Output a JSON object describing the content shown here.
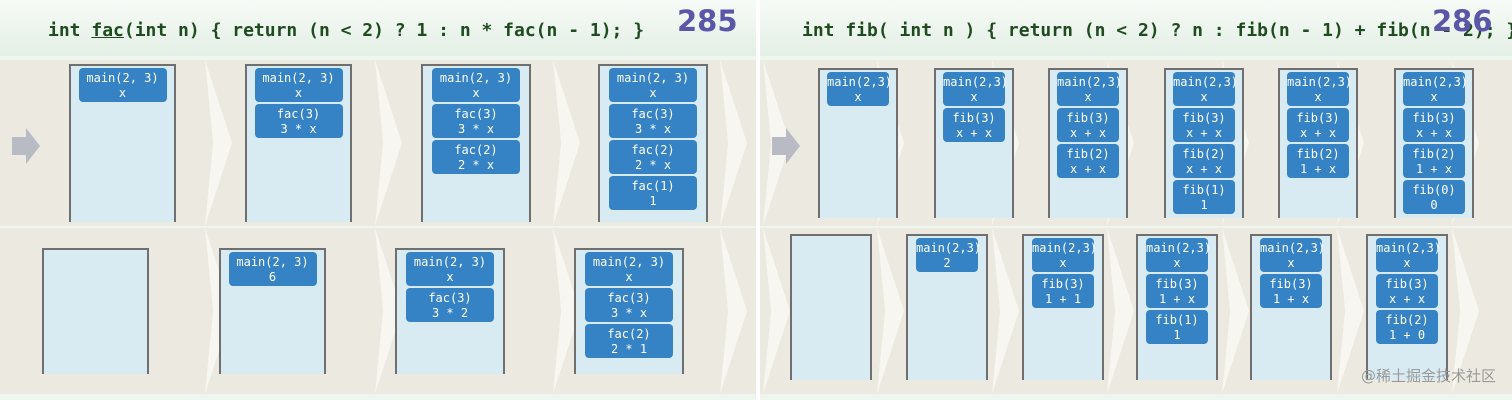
{
  "slides": [
    {
      "page_number": "285",
      "code": {
        "pre": "int ",
        "link": "fac",
        "post": "(int n) { return (n < 2) ? 1 : n * fac(n - 1); }"
      },
      "rows": [
        [
          [
            [
              "main(2, 3)",
              "x"
            ]
          ],
          [
            [
              "main(2, 3)",
              "x"
            ],
            [
              "fac(3)",
              "3 * x"
            ]
          ],
          [
            [
              "main(2, 3)",
              "x"
            ],
            [
              "fac(3)",
              "3 * x"
            ],
            [
              "fac(2)",
              "2 * x"
            ]
          ],
          [
            [
              "main(2, 3)",
              "x"
            ],
            [
              "fac(3)",
              "3 * x"
            ],
            [
              "fac(2)",
              "2 * x"
            ],
            [
              "fac(1)",
              "1"
            ]
          ]
        ],
        [
          [],
          [
            [
              "main(2, 3)",
              "6"
            ]
          ],
          [
            [
              "main(2, 3)",
              "x"
            ],
            [
              "fac(3)",
              "3 * 2"
            ]
          ],
          [
            [
              "main(2, 3)",
              "x"
            ],
            [
              "fac(3)",
              "3 * x"
            ],
            [
              "fac(2)",
              "2 * 1"
            ]
          ]
        ]
      ]
    },
    {
      "page_number": "286",
      "code": {
        "pre": "int fib( int n ) { return (n < 2) ? n : fib(n - 1) + fib(n - 2); }",
        "link": "",
        "post": ""
      },
      "rows": [
        [
          [
            [
              "main(2,3)",
              "x"
            ]
          ],
          [
            [
              "main(2,3)",
              "x"
            ],
            [
              "fib(3)",
              "x + x"
            ]
          ],
          [
            [
              "main(2,3)",
              "x"
            ],
            [
              "fib(3)",
              "x + x"
            ],
            [
              "fib(2)",
              "x + x"
            ]
          ],
          [
            [
              "main(2,3)",
              "x"
            ],
            [
              "fib(3)",
              "x + x"
            ],
            [
              "fib(2)",
              "x + x"
            ],
            [
              "fib(1)",
              "1"
            ]
          ],
          [
            [
              "main(2,3)",
              "x"
            ],
            [
              "fib(3)",
              "x + x"
            ],
            [
              "fib(2)",
              "1 + x"
            ]
          ],
          [
            [
              "main(2,3)",
              "x"
            ],
            [
              "fib(3)",
              "x + x"
            ],
            [
              "fib(2)",
              "1 + x"
            ],
            [
              "fib(0)",
              "0"
            ]
          ]
        ],
        [
          [],
          [
            [
              "main(2,3)",
              "2"
            ]
          ],
          [
            [
              "main(2,3)",
              "x"
            ],
            [
              "fib(3)",
              "1 + 1"
            ]
          ],
          [
            [
              "main(2,3)",
              "x"
            ],
            [
              "fib(3)",
              "1 + x"
            ],
            [
              "fib(1)",
              "1"
            ]
          ],
          [
            [
              "main(2,3)",
              "x"
            ],
            [
              "fib(3)",
              "1 + x"
            ]
          ],
          [
            [
              "main(2,3)",
              "x"
            ],
            [
              "fib(3)",
              "x + x"
            ],
            [
              "fib(2)",
              "1 + 0"
            ]
          ]
        ]
      ]
    }
  ],
  "watermark": "@稀土掘金技术社区"
}
